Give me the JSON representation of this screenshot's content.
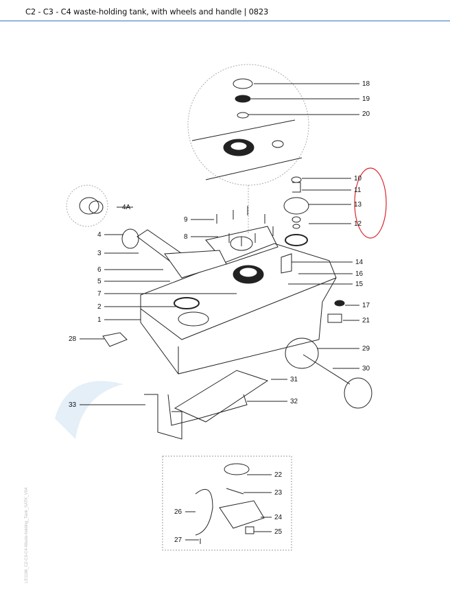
{
  "header": {
    "title": "C2 - C3 - C4 waste-holding tank, with wheels and handle | 0823"
  },
  "side_code": "LE1166_C2-C3-C4-Waste-holding_Tank_SATK_V04",
  "colors": {
    "accent_line": "#2f74c0",
    "highlight": "#d8232a",
    "watermark": "#cfe3f1"
  },
  "callouts": [
    "18",
    "19",
    "20",
    "10",
    "11",
    "13",
    "12",
    "14",
    "16",
    "15",
    "17",
    "21",
    "29",
    "30",
    "31",
    "32",
    "4A",
    "9",
    "8",
    "4",
    "3",
    "6",
    "5",
    "7",
    "2",
    "1",
    "28",
    "33",
    "22",
    "23",
    "24",
    "25",
    "26",
    "27"
  ]
}
